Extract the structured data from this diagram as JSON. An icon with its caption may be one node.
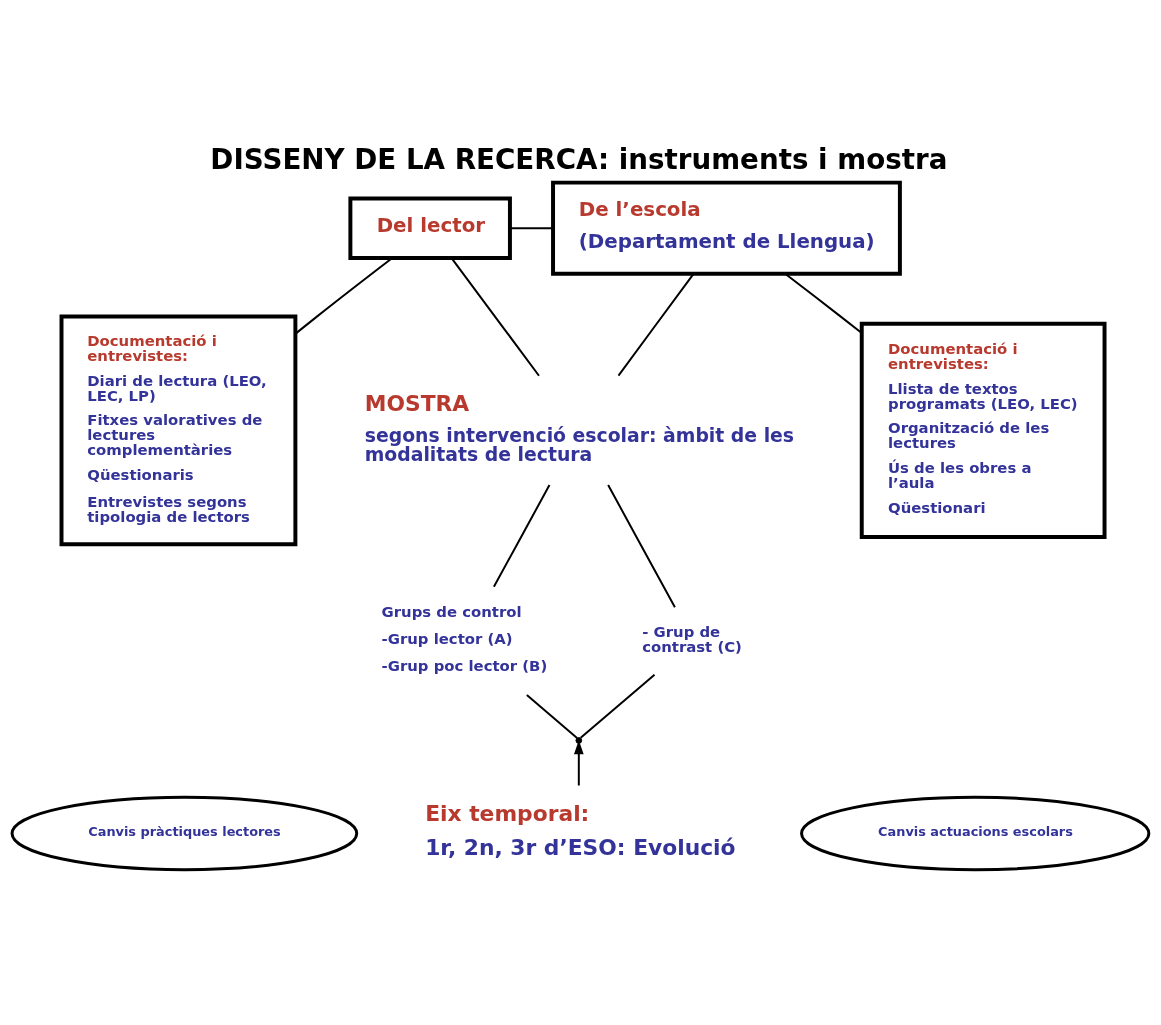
{
  "diagram": {
    "title": "DISSENY DE LA RECERCA: instruments i mostra",
    "nodes": [
      {
        "text": [
          "Del lector"
        ]
      },
      {
        "text": [
          "De l’escola",
          "(Departament de Llengua)"
        ]
      },
      {
        "text": [
          "Documentació i entrevistes:",
          "Diari de lectura (LEO, LEC, LP)",
          "Fitxes valoratives de lectures complementàries",
          "Qüestionaris",
          "Entrevistes segons tipologia de lectors"
        ]
      },
      {
        "text": [
          "MOSTRA",
          "segons intervenció escolar: àmbit de les modalitats de lectura"
        ]
      },
      {
        "text": [
          "Documentació i entrevistes:",
          "Llista de textos programats (LEO, LEC)",
          "Organització de les lectures",
          "Ús de les obres a l’aula",
          "Qüestionari"
        ]
      },
      {
        "text": [
          "Grups de control",
          "-Grup lector (A)",
          "-Grup poc lector (B)"
        ]
      },
      {
        "text": [
          "- Grup de contrast (C)"
        ]
      },
      {
        "text": [],
        "shape": "point"
      },
      {
        "text": [
          "Eix temporal:",
          "1r, 2n, 3r d’ESO: Evolució"
        ]
      },
      {
        "text": [
          "Canvis pràctiques lectores"
        ]
      },
      {
        "text": [
          "Canvis actuacions escolars"
        ]
      }
    ],
    "edges": [
      {
        "from": 0,
        "to": 1,
        "arrow": "none"
      },
      {
        "from": 0,
        "to": 3,
        "arrow": "none"
      },
      {
        "from": 1,
        "to": 3,
        "arrow": "none"
      },
      {
        "from": 0,
        "to": 2,
        "arrow": "none"
      },
      {
        "from": 1,
        "to": 4,
        "arrow": "none"
      },
      {
        "from": 3,
        "to": 5,
        "arrow": "none"
      },
      {
        "from": 3,
        "to": 6,
        "arrow": "none"
      },
      {
        "from": 5,
        "to": 7,
        "arrow": "none"
      },
      {
        "from": 6,
        "to": 7,
        "arrow": "none"
      },
      {
        "from": 8,
        "to": 7,
        "arrow": "to"
      }
    ]
  }
}
